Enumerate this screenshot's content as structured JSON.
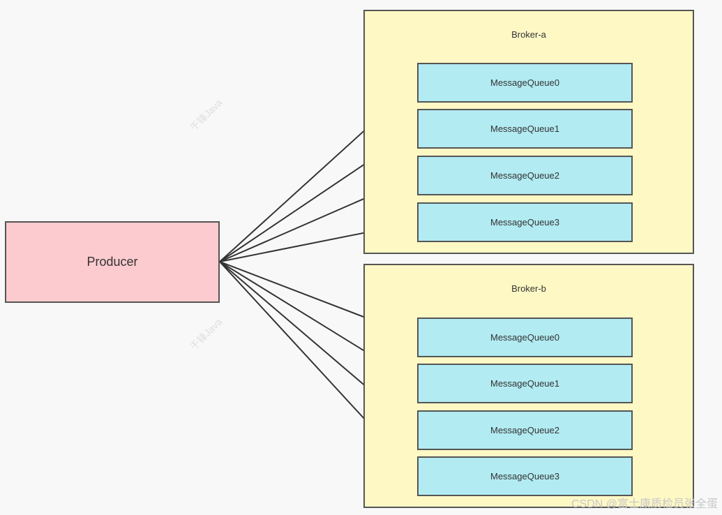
{
  "producer": {
    "label": "Producer"
  },
  "brokers": [
    {
      "label": "Broker-a",
      "queues": [
        "MessageQueue0",
        "MessageQueue1",
        "MessageQueue2",
        "MessageQueue3"
      ]
    },
    {
      "label": "Broker-b",
      "queues": [
        "MessageQueue0",
        "MessageQueue1",
        "MessageQueue2",
        "MessageQueue3"
      ]
    }
  ],
  "watermarks": [
    "千锋Java",
    "千锋Java"
  ],
  "credit": "CSDN @富士康质检员张全蛋",
  "colors": {
    "producer_fill": "#fccbcf",
    "broker_fill": "#fef8c5",
    "queue_fill": "#b2ebf2",
    "stroke": "#333333",
    "background": "#f8f8f8"
  }
}
